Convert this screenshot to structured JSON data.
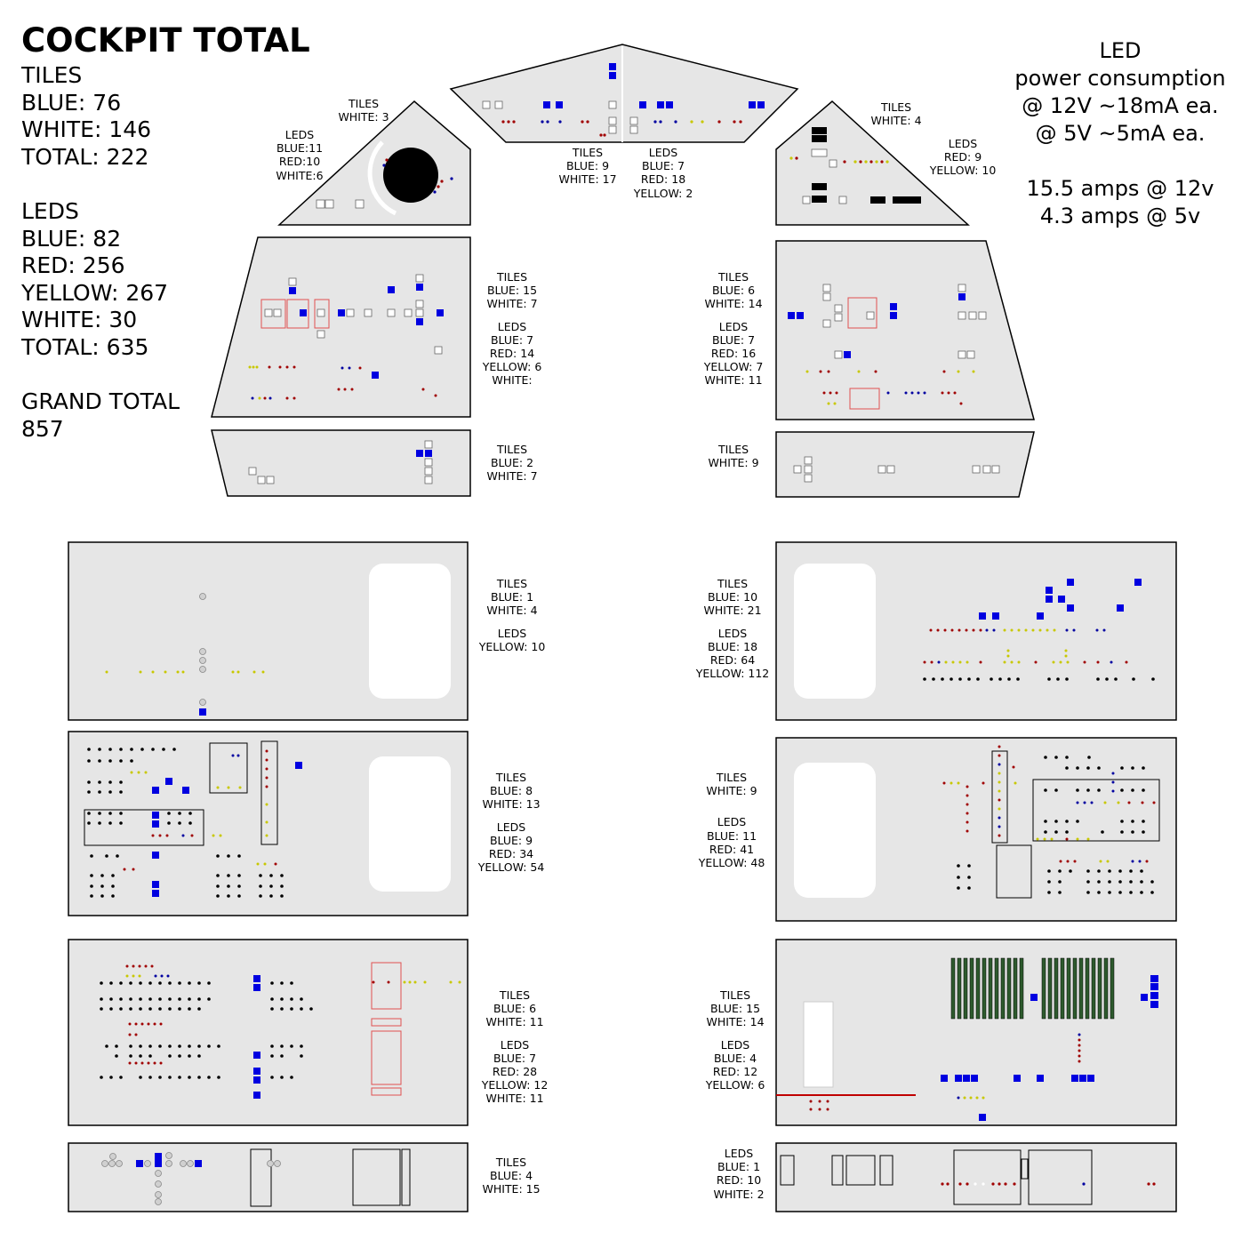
{
  "summary": {
    "title": "COCKPIT TOTAL",
    "tiles_heading": "TILES",
    "tiles_blue": "BLUE: 76",
    "tiles_white": "WHITE: 146",
    "tiles_total": "TOTAL: 222",
    "leds_heading": "LEDS",
    "leds_blue": "BLUE: 82",
    "leds_red": "RED: 256",
    "leds_yellow": "YELLOW: 267",
    "leds_white": "WHITE: 30",
    "leds_total": "TOTAL: 635",
    "grand_heading": "GRAND TOTAL",
    "grand_value": "857"
  },
  "power": {
    "line1": "LED",
    "line2": "power consumption",
    "line3": "@ 12V ~18mA ea.",
    "line4": "@ 5V ~5mA ea.",
    "line5": "15.5 amps @ 12v",
    "line6": "4.3 amps @ 5v"
  },
  "colors": {
    "panel_fill": "#e6e6e6",
    "panel_stroke": "#000000",
    "tile_blue": "#0000e0",
    "tile_white": "#ffffff",
    "tile_black": "#000000",
    "led_red": "#a00000",
    "led_blue": "#0000a0",
    "led_yellow": "#c8c800",
    "accent_red": "#e05050"
  },
  "labels": {
    "ovh_left_tiles": [
      "TILES",
      "WHITE: 3"
    ],
    "ovh_left_leds": [
      "LEDS",
      "BLUE:11",
      "RED:10",
      "WHITE:6"
    ],
    "ovh_center_tiles": [
      "TILES",
      "BLUE: 9",
      "WHITE: 17"
    ],
    "ovh_center_leds": [
      "LEDS",
      "BLUE: 7",
      "RED: 18",
      "YELLOW: 2"
    ],
    "ovh_right_tiles": [
      "TILES",
      "WHITE: 4"
    ],
    "ovh_right_leds": [
      "LEDS",
      "RED: 9",
      "YELLOW: 10"
    ],
    "upper_left": [
      "TILES",
      "BLUE: 15",
      "WHITE: 7",
      "",
      "LEDS",
      "BLUE: 7",
      "RED: 14",
      "YELLOW: 6",
      "WHITE:"
    ],
    "upper_right": [
      "TILES",
      "BLUE: 6",
      "WHITE: 14",
      "",
      "LEDS",
      "BLUE: 7",
      "RED: 16",
      "YELLOW: 7",
      "WHITE: 11"
    ],
    "strip_left": [
      "TILES",
      "BLUE: 2",
      "WHITE: 7"
    ],
    "strip_right": [
      "TILES",
      "WHITE: 9"
    ],
    "main1_left": [
      "TILES",
      "BLUE: 1",
      "WHITE: 4",
      "",
      "LEDS",
      "YELLOW: 10"
    ],
    "main1_right": [
      "TILES",
      "BLUE: 10",
      "WHITE: 21",
      "",
      "LEDS",
      "BLUE: 18",
      "RED: 64",
      "YELLOW: 112"
    ],
    "main2_left": [
      "TILES",
      "BLUE: 8",
      "WHITE: 13",
      "",
      "LEDS",
      "BLUE: 9",
      "RED: 34",
      "YELLOW: 54"
    ],
    "main2_right": [
      "TILES",
      "WHITE: 9",
      "",
      "",
      "LEDS",
      "BLUE: 11",
      "RED: 41",
      "YELLOW: 48"
    ],
    "main3_left": [
      "TILES",
      "BLUE: 6",
      "WHITE: 11",
      "",
      "LEDS",
      "BLUE: 7",
      "RED: 28",
      "YELLOW: 12",
      "WHITE: 11"
    ],
    "main3_right": [
      "TILES",
      "BLUE: 15",
      "WHITE: 14",
      "",
      "LEDS",
      "BLUE: 4",
      "RED: 12",
      "YELLOW: 6"
    ],
    "bottom_left": [
      "TILES",
      "BLUE: 4",
      "WHITE: 15"
    ],
    "bottom_right": [
      "LEDS",
      "BLUE: 1",
      "RED: 10",
      "WHITE: 2"
    ]
  }
}
